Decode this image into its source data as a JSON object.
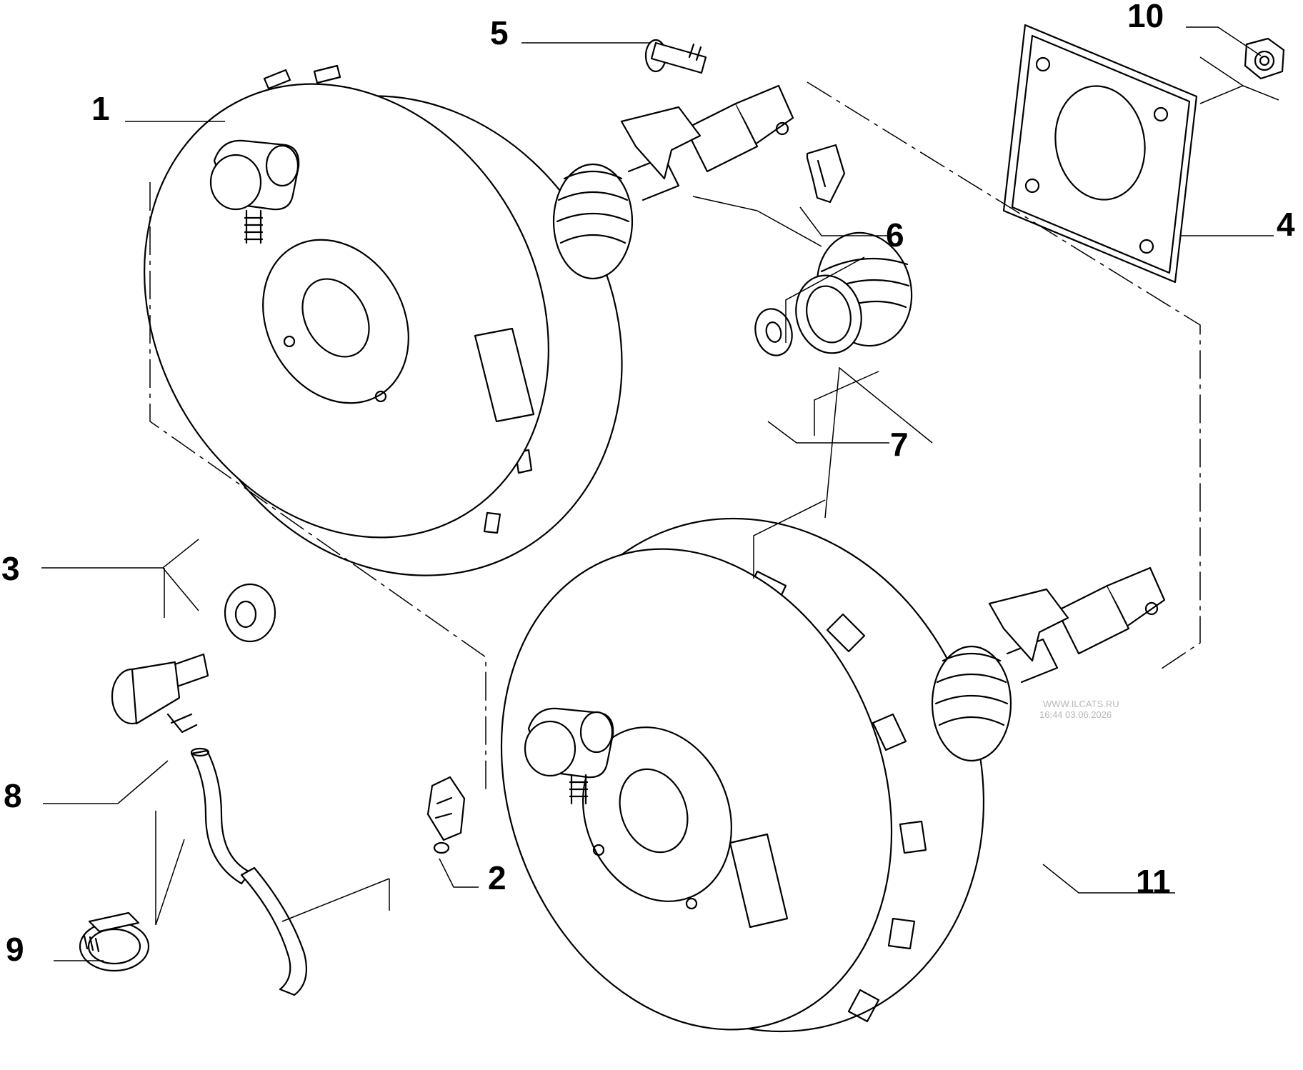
{
  "callouts": {
    "c1": "1",
    "c2": "2",
    "c3": "3",
    "c4": "4",
    "c5": "5",
    "c6": "6",
    "c7": "7",
    "c8": "8",
    "c9": "9",
    "c10": "10",
    "c11": "11"
  },
  "watermark": {
    "line1": "WWW.ILCATS.RU",
    "line2": "16:44 03.06.2026"
  }
}
